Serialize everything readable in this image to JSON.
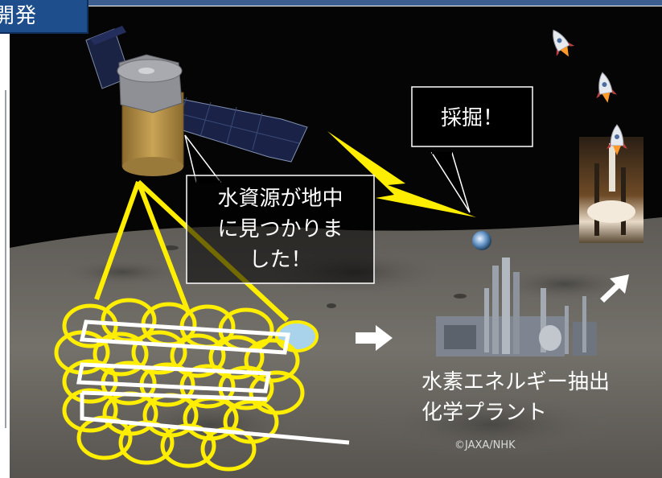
{
  "slide": {
    "title_tab": "開発",
    "bubble_orbit": "水資源が地中に見つかりました！",
    "bubble_orbit_lines": [
      "水資源が地中",
      "に見つかりま",
      "した！"
    ],
    "bubble_dig": "採掘！",
    "plant_label_lines": [
      "水素エネルギー抽出",
      "化学プラント"
    ],
    "credit": "©JAXA/NHK"
  },
  "colors": {
    "title_tab_bg": "#1f4e8c",
    "lightning": "#ffee00",
    "scan_ellipses": "#ffee00",
    "bubble_border": "#ffffff",
    "moon_surface": "#6f6c66",
    "space": "#050505",
    "ice_patch": "#a9d3ea"
  },
  "icons": [
    "satellite-icon",
    "rocket-icon",
    "earth-icon",
    "chemical-plant-icon",
    "arrow-right-icon",
    "arrow-up-right-icon",
    "lightning-icon"
  ]
}
